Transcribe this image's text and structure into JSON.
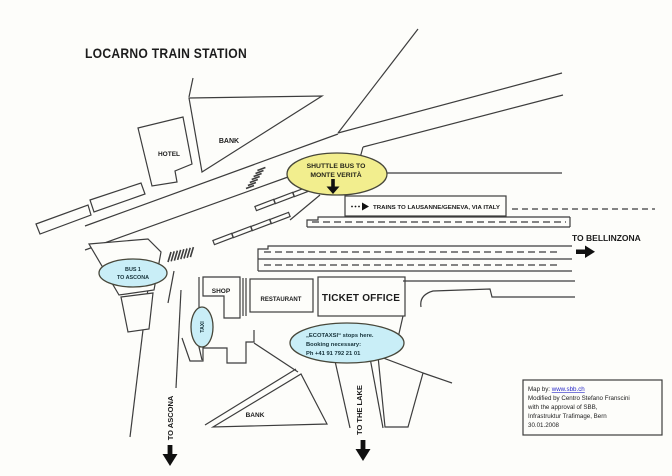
{
  "title": "LOCARNO TRAIN STATION",
  "colors": {
    "highlight_yellow": "#f2ee8e",
    "highlight_blue": "#c9eef7",
    "ink": "#3d3d3d",
    "link_blue": "#2a2ac8"
  },
  "buildings": {
    "hotel": "HOTEL",
    "bank_north": "BANK",
    "shop": "SHOP",
    "restaurant": "RESTAURANT",
    "ticket_office": "TICKET OFFICE",
    "bank_south": "BANK"
  },
  "transit": {
    "shuttle_bus": {
      "line1": "SHUTTLE BUS TO",
      "line2": "MONTE VERITÀ"
    },
    "bus1": {
      "line1": "BUS 1",
      "line2": "TO ASCONA"
    },
    "taxi": "TAXI",
    "ecotaxi": {
      "line1": "„ECOTAXSI“ stops here.",
      "line2": "Booking necessary:",
      "line3": "Ph +41 91 792 21 01"
    },
    "trains": "TRAINS TO LAUSANNE/GENEVA, VIA ITALY"
  },
  "directions": {
    "bellinzona": "TO BELLINZONA",
    "ascona": "TO ASCONA",
    "lake": "TO THE LAKE"
  },
  "credits": {
    "prefix": "Map by: ",
    "link": "www.sbb.ch",
    "line2": "Modified by Centro Stefano Franscini",
    "line3": "with the approval of  SBB,",
    "line4": "Infrastruktur Trafimage, Bern",
    "line5": "30.01.2008"
  }
}
